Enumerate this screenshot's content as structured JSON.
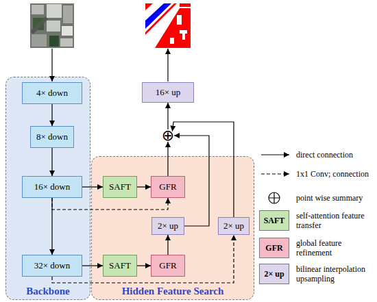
{
  "diagram": {
    "nodes": [
      {
        "text": [
          "Backbone"
        ]
      },
      {
        "text": [
          "4× down"
        ],
        "in": 0
      },
      {
        "text": [
          "8× down"
        ],
        "in": 0
      },
      {
        "text": [
          "16× down"
        ],
        "in": 0
      },
      {
        "text": [
          "32× down"
        ],
        "in": 0
      },
      {
        "text": [
          "Hidden Feature Search"
        ]
      },
      {
        "text": [
          "SAFT"
        ],
        "in": 5
      },
      {
        "text": [
          "GFR"
        ],
        "in": 5
      },
      {
        "text": [
          "2× up"
        ],
        "in": 5
      },
      {
        "text": [
          "2× up"
        ],
        "in": 5
      },
      {
        "text": [
          "SAFT"
        ],
        "in": 5
      },
      {
        "text": [
          "GFR"
        ],
        "in": 5
      },
      {
        "text": [
          "16× up"
        ]
      },
      {
        "text": [
          "⊕"
        ]
      }
    ],
    "edges": [
      {
        "from": 1,
        "to": 2,
        "arrow": "to"
      },
      {
        "from": 2,
        "to": 3,
        "arrow": "to"
      },
      {
        "from": 3,
        "to": 4,
        "arrow": "to"
      },
      {
        "from": 3,
        "to": 6,
        "arrow": "to"
      },
      {
        "from": 6,
        "to": 7,
        "arrow": "to"
      },
      {
        "from": 3,
        "to": 7,
        "arrow": "to"
      },
      {
        "from": 4,
        "to": 10,
        "arrow": "to"
      },
      {
        "from": 10,
        "to": 11,
        "arrow": "to"
      },
      {
        "from": 4,
        "to": 9,
        "arrow": "to"
      },
      {
        "from": 11,
        "to": 8,
        "arrow": "to"
      },
      {
        "from": 8,
        "to": 13,
        "arrow": "to"
      },
      {
        "from": 7,
        "to": 13,
        "arrow": "to"
      },
      {
        "from": 9,
        "to": 13,
        "arrow": "to"
      },
      {
        "from": 13,
        "to": 12,
        "arrow": "to"
      }
    ],
    "labels": [
      "SAFT",
      "GFR",
      "2× up"
    ],
    "legend": [
      {
        "text": "direct connection"
      },
      {
        "text": "1x1 Conv; connection"
      },
      {
        "text": "point wise summary"
      },
      {
        "text": "self-attention feature transfer",
        "color": "#c6e5b3"
      },
      {
        "text": "global feature refinement",
        "color": "#f5b9c5"
      },
      {
        "text": "bilinear interpolation upsampling",
        "color": "#dcd5ec"
      }
    ]
  }
}
